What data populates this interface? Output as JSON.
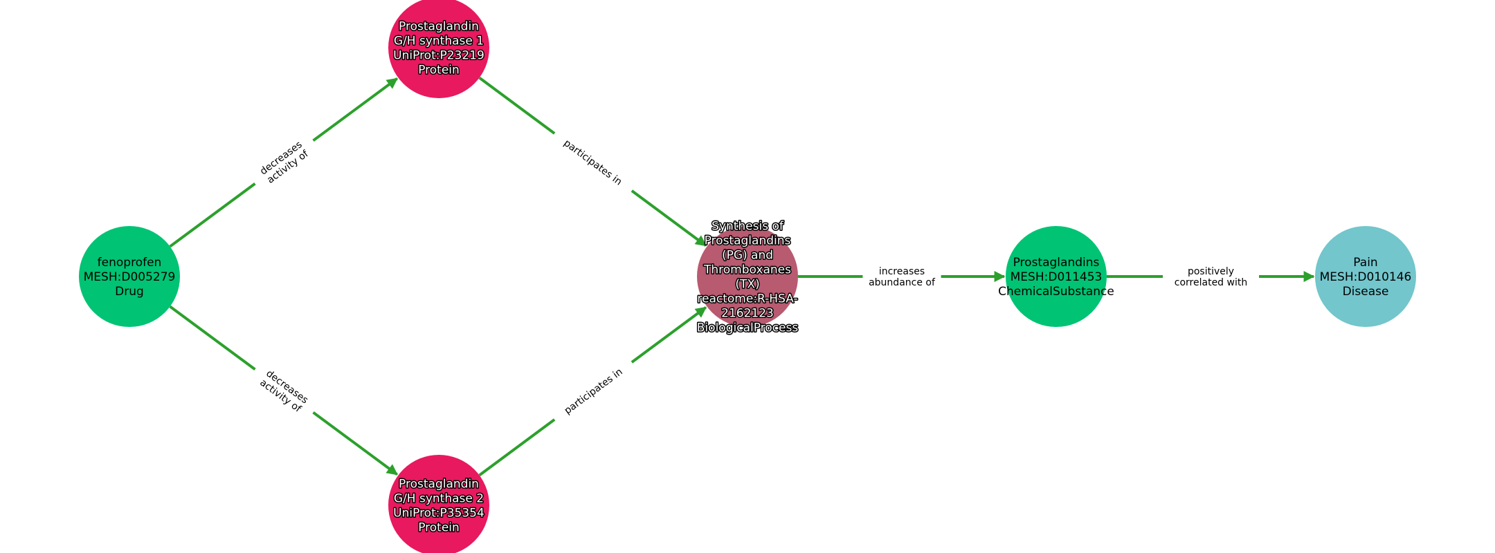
{
  "colors": {
    "edge": "#2ca02c",
    "drug": "#00c373",
    "protein": "#e8195f",
    "process": "#b85a70",
    "chemical": "#00c373",
    "disease": "#72c6cc"
  },
  "nodes": [
    {
      "id": "fenoprofen",
      "lines": [
        "fenoprofen",
        "MESH:D005279",
        "Drug"
      ],
      "color": "#00c373",
      "outlined": false
    },
    {
      "id": "ptgs1",
      "lines": [
        "Prostaglandin",
        "G/H synthase 1",
        "UniProt:P23219",
        "Protein"
      ],
      "color": "#e8195f",
      "outlined": true
    },
    {
      "id": "ptgs2",
      "lines": [
        "Prostaglandin",
        "G/H synthase 2",
        "UniProt:P35354",
        "Protein"
      ],
      "color": "#e8195f",
      "outlined": true
    },
    {
      "id": "synthesis",
      "lines": [
        "Synthesis of",
        "Prostaglandins",
        "(PG) and",
        "Thromboxanes",
        "(TX)",
        "reactome:R-HSA-",
        "2162123",
        "BiologicalProcess"
      ],
      "color": "#b85a70",
      "outlined": true
    },
    {
      "id": "prostaglandins",
      "lines": [
        "Prostaglandins",
        "MESH:D011453",
        "ChemicalSubstance"
      ],
      "color": "#00c373",
      "outlined": false
    },
    {
      "id": "pain",
      "lines": [
        "Pain",
        "MESH:D010146",
        "Disease"
      ],
      "color": "#72c6cc",
      "outlined": false
    }
  ],
  "edges": [
    {
      "from": "fenoprofen",
      "to": "ptgs1",
      "lines": [
        "decreases",
        "activity of"
      ]
    },
    {
      "from": "fenoprofen",
      "to": "ptgs2",
      "lines": [
        "decreases",
        "activity of"
      ]
    },
    {
      "from": "ptgs1",
      "to": "synthesis",
      "lines": [
        "participates in"
      ]
    },
    {
      "from": "ptgs2",
      "to": "synthesis",
      "lines": [
        "participates in"
      ]
    },
    {
      "from": "synthesis",
      "to": "prostaglandins",
      "lines": [
        "increases",
        "abundance of"
      ]
    },
    {
      "from": "prostaglandins",
      "to": "pain",
      "lines": [
        "positively",
        "correlated with"
      ]
    }
  ]
}
